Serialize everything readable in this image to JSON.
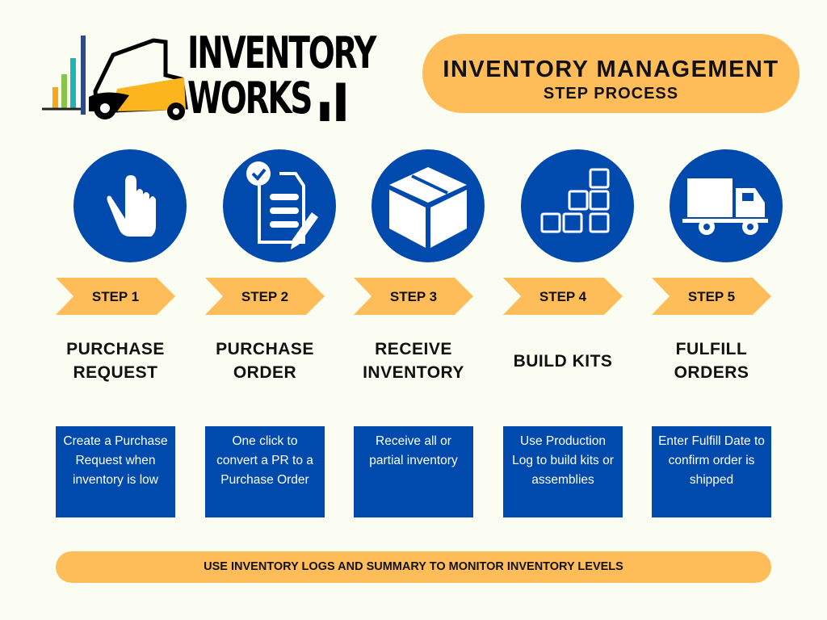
{
  "logo": {
    "line1": "INVENTORY",
    "line2": "WORKS"
  },
  "header": {
    "title": "INVENTORY MANAGEMENT",
    "subtitle": "STEP PROCESS"
  },
  "colors": {
    "background": "#fbfdf3",
    "blue": "#004aad",
    "orange": "#ffbd59"
  },
  "steps": [
    {
      "step": "STEP 1",
      "title": "PURCHASE REQUEST",
      "description": "Create a Purchase Request when inventory is low",
      "icon": "pointing-hand-icon"
    },
    {
      "step": "STEP 2",
      "title": "PURCHASE ORDER",
      "description": "One click to convert a PR to a Purchase Order",
      "icon": "document-pencil-icon"
    },
    {
      "step": "STEP 3",
      "title": "RECEIVE INVENTORY",
      "description": "Receive all or partial inventory",
      "icon": "box-icon"
    },
    {
      "step": "STEP 4",
      "title": "BUILD KITS",
      "description": "Use Production Log to build kits or assemblies",
      "icon": "stacked-blocks-icon"
    },
    {
      "step": "STEP 5",
      "title": "FULFILL ORDERS",
      "description": "Enter Fulfill Date to confirm order is shipped",
      "icon": "delivery-truck-icon"
    }
  ],
  "footer": {
    "text": "USE INVENTORY LOGS AND SUMMARY TO MONITOR INVENTORY LEVELS"
  }
}
